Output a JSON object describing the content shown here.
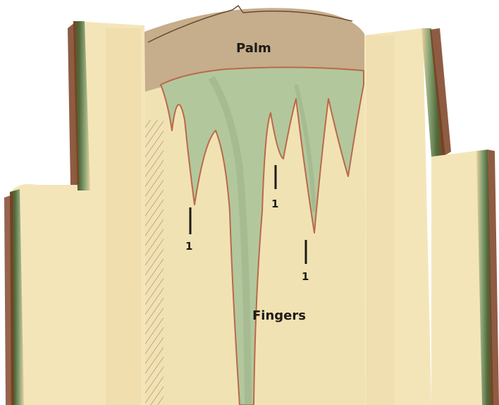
{
  "figure": {
    "labels": {
      "palm": "Palm",
      "fingers": "Fingers",
      "marker_a": "1",
      "marker_b": "1",
      "marker_c": "1"
    },
    "colors": {
      "paper": "#f4e5b9",
      "paper_shade": "#e9d29c",
      "bark": "#7a3f22",
      "rind_green": "#4f6a3a",
      "palm_band": "#c6ad8c",
      "green_tissue": "#b3c79d",
      "outline_red": "#b86a4a",
      "ink": "#1e1b16"
    }
  }
}
